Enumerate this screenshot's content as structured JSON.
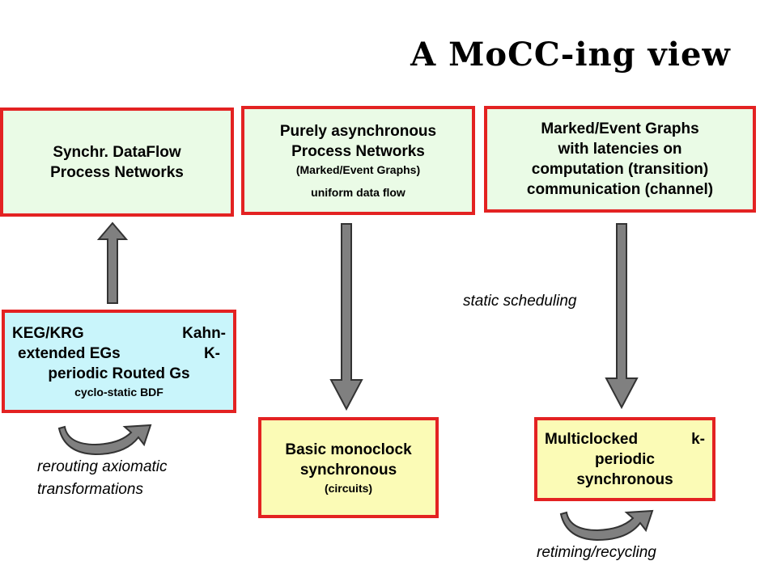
{
  "title": "A MoCC-ing view",
  "boxes": {
    "sdf": {
      "line1": "Synchr. DataFlow",
      "line2": "Process Networks"
    },
    "async": {
      "line1": "Purely asynchronous",
      "line2": "Process Networks",
      "line3": "(Marked/Event Graphs)",
      "line4": "uniform data flow"
    },
    "marked": {
      "line1": "Marked/Event Graphs",
      "line2": "with latencies on",
      "line3": "computation  (transition)",
      "line4": "communication (channel)"
    },
    "keg": {
      "r1a": "KEG/KRG",
      "r1b": "Kahn-",
      "r2a": "extended EGs",
      "r2b": "K-",
      "r3": "periodic Routed Gs",
      "r4": "cyclo-static BDF"
    },
    "monoclock": {
      "line1": "Basic monoclock",
      "line2": "synchronous",
      "line3": "(circuits)"
    },
    "multiclock": {
      "r1a": "Multiclocked",
      "r1b": "k-",
      "line2": "periodic",
      "line3": "synchronous"
    }
  },
  "labels": {
    "static_scheduling": "static scheduling",
    "rerouting_1": "rerouting axiomatic",
    "rerouting_2": "transformations",
    "retiming": "retiming/recycling"
  },
  "colors": {
    "border": "#e32222",
    "green": "#eafbe6",
    "cyan": "#c9f5fb",
    "yellow": "#fbfbb6",
    "arrow": "#808080"
  }
}
